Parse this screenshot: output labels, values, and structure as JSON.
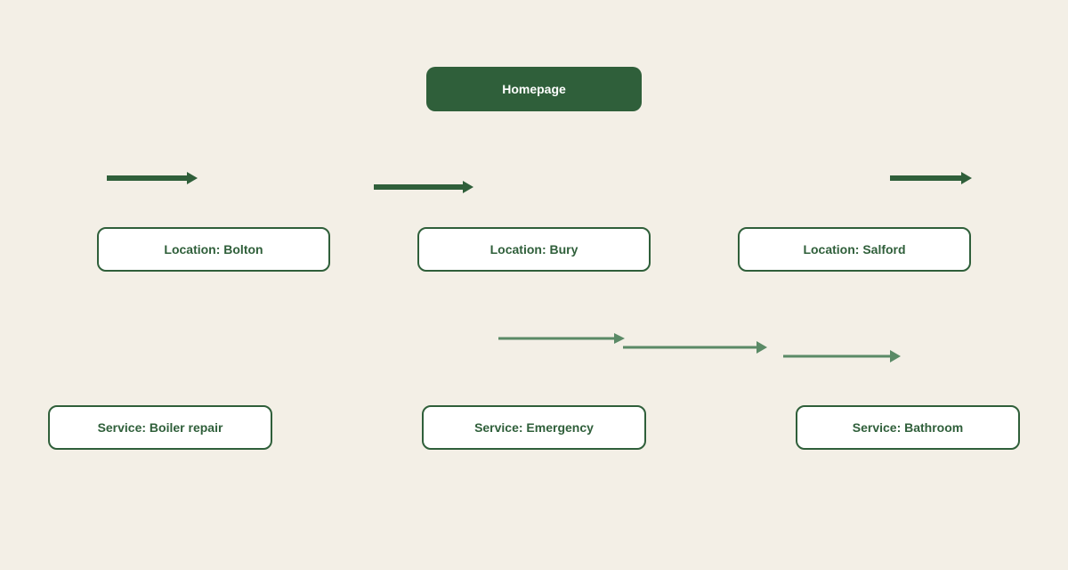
{
  "diagram": {
    "root": {
      "label": "Homepage"
    },
    "locations": [
      {
        "label": "Location: Bolton"
      },
      {
        "label": "Location: Bury"
      },
      {
        "label": "Location: Salford"
      }
    ],
    "services": [
      {
        "label": "Service: Boiler repair"
      },
      {
        "label": "Service: Emergency"
      },
      {
        "label": "Service: Bathroom"
      }
    ]
  },
  "colors": {
    "background": "#f3efe6",
    "primary": "#2f5f3a",
    "secondary_arrow": "#5a8a66",
    "node_fill": "#ffffff"
  }
}
